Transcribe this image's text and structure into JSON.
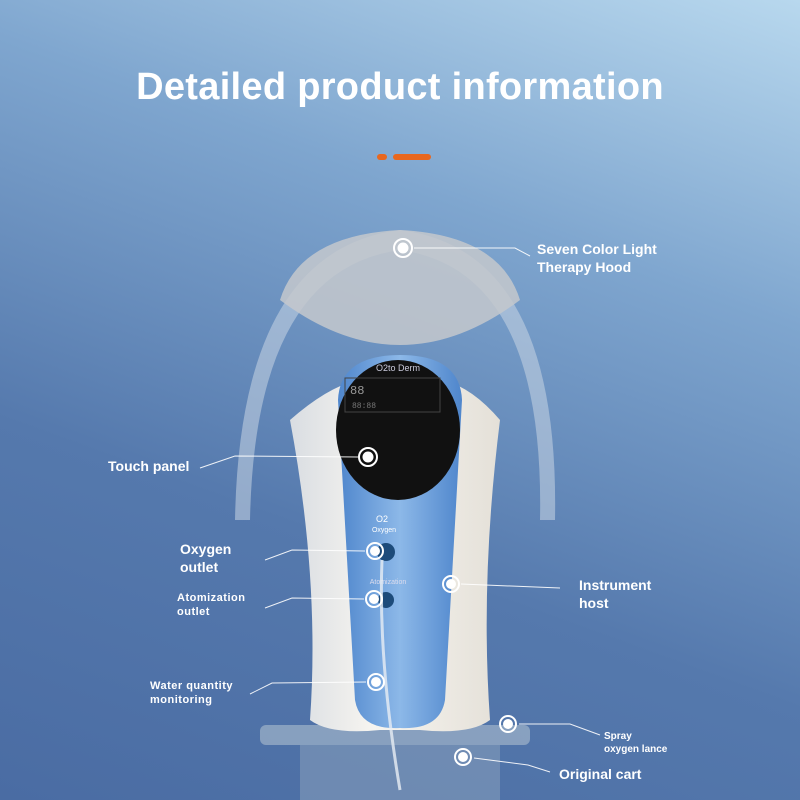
{
  "title": "Detailed product information",
  "accent_color": "#e8671e",
  "device": {
    "brand": "O2to Derm",
    "display_left": "88",
    "display_bottom": "88:88",
    "o2_label": "O2",
    "oxygen_label": "Oxygen",
    "atomization_label": "Atomization"
  },
  "callouts": {
    "hood": {
      "line1": "Seven Color Light",
      "line2": "Therapy Hood"
    },
    "touch_panel": "Touch panel",
    "oxygen": {
      "line1": "Oxygen",
      "line2": "outlet"
    },
    "atomization": {
      "line1": "Atomization",
      "line2": "outlet"
    },
    "host": {
      "line1": "Instrument",
      "line2": "host"
    },
    "water": {
      "line1": "Water quantity",
      "line2": "monitoring"
    },
    "spray": {
      "line1": "Spray",
      "line2": "oxygen lance"
    },
    "cart": "Original cart"
  }
}
